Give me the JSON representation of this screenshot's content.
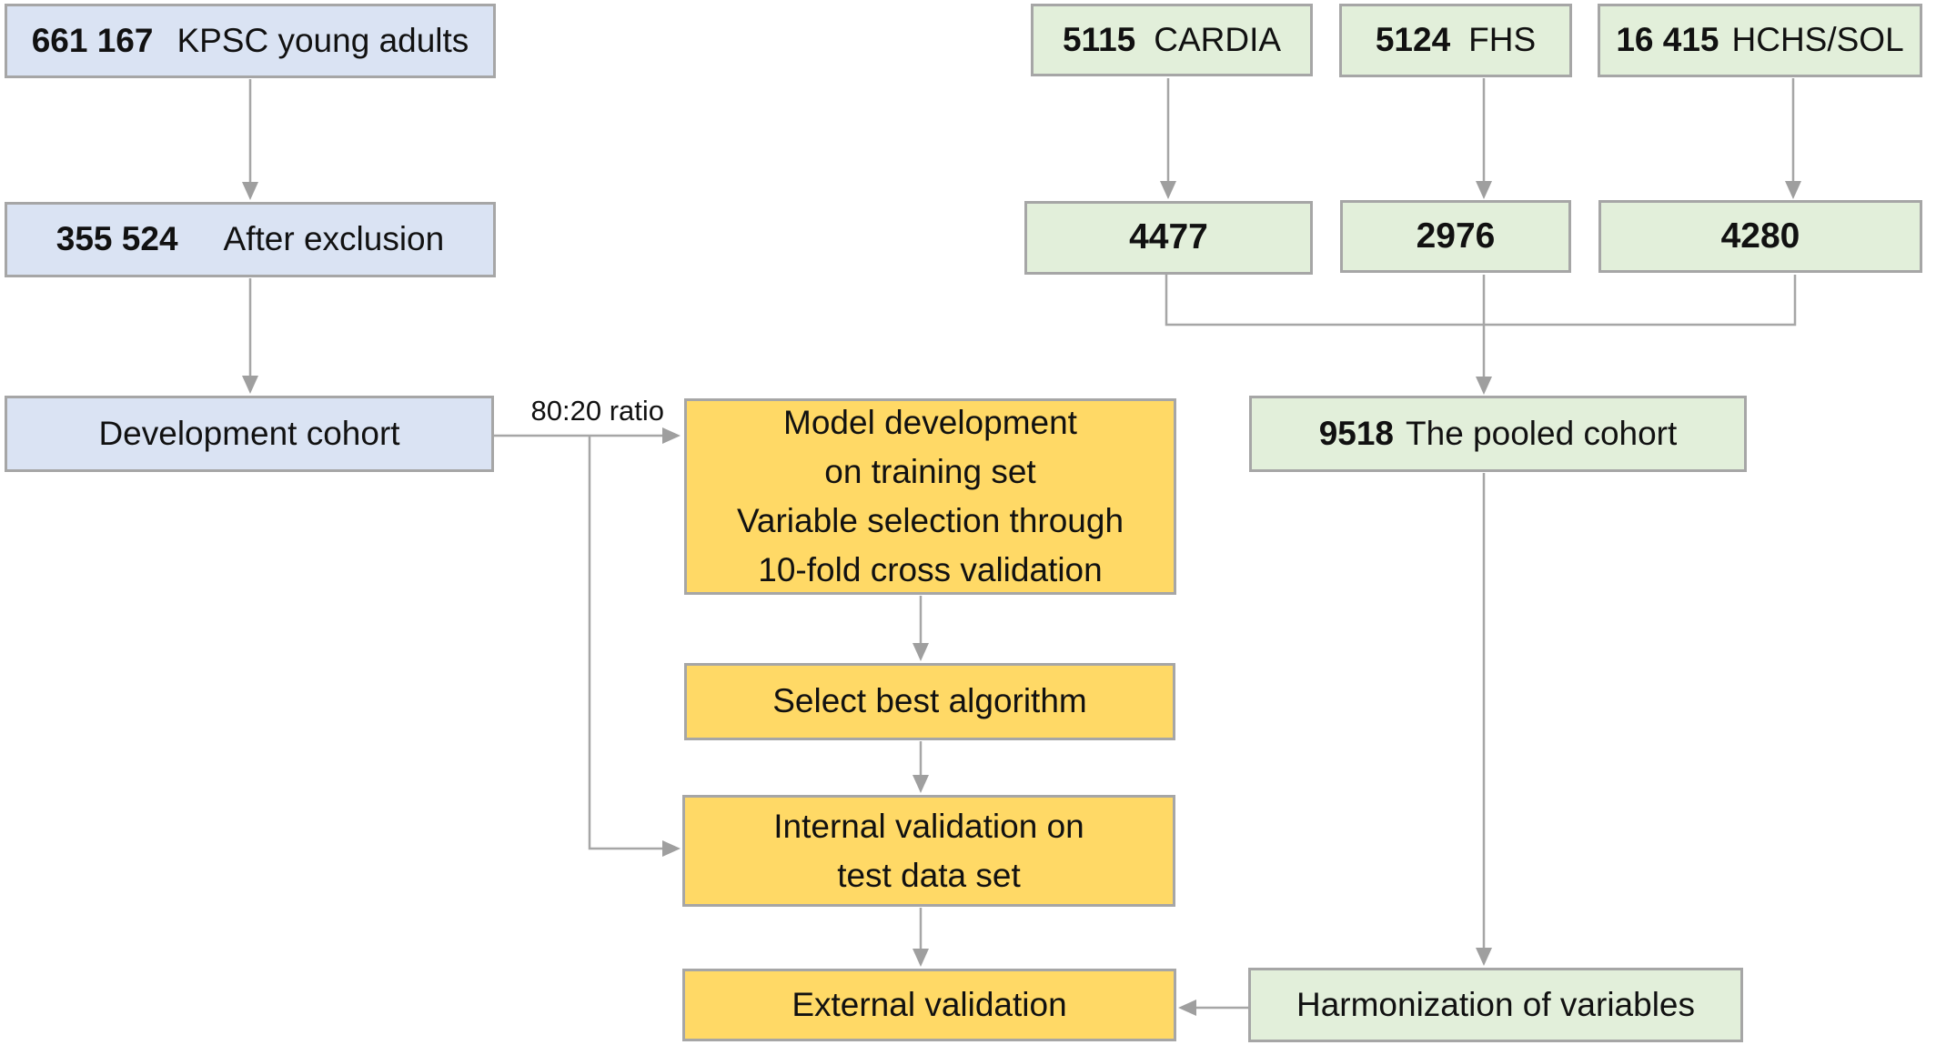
{
  "diagram": {
    "edge_label": "80:20 ratio",
    "colors": {
      "cohort_blue": "#dae3f3",
      "cohort_green": "#e2efda",
      "process_orange": "#ffd966",
      "connector_gray": "#a6a6a6",
      "text": "#111111"
    },
    "nodes": [
      {
        "id": "kpsc",
        "number": "661 167",
        "label": "KPSC young adults"
      },
      {
        "id": "after-exclusion",
        "number": "355 524",
        "label": "After exclusion"
      },
      {
        "id": "development-cohort",
        "number": "",
        "label": "Development cohort"
      },
      {
        "id": "cardia",
        "number": "5115",
        "label": "CARDIA"
      },
      {
        "id": "fhs",
        "number": "5124",
        "label": "FHS"
      },
      {
        "id": "hchs-sol",
        "number": "16 415",
        "label": "HCHS/SOL"
      },
      {
        "id": "cardia-included",
        "number": "4477",
        "label": ""
      },
      {
        "id": "fhs-included",
        "number": "2976",
        "label": ""
      },
      {
        "id": "hchs-included",
        "number": "4280",
        "label": ""
      },
      {
        "id": "pooled-cohort",
        "number": "9518",
        "label": "The pooled cohort"
      },
      {
        "id": "model-development",
        "lines": [
          "Model development",
          "on training set",
          "Variable selection through",
          "10-fold cross validation"
        ]
      },
      {
        "id": "select-algorithm",
        "number": "",
        "label": "Select best algorithm"
      },
      {
        "id": "internal-validation",
        "lines": [
          "Internal validation on",
          "test data set"
        ]
      },
      {
        "id": "external-validation",
        "number": "",
        "label": "External validation"
      },
      {
        "id": "harmonization",
        "number": "",
        "label": "Harmonization of variables"
      }
    ]
  }
}
